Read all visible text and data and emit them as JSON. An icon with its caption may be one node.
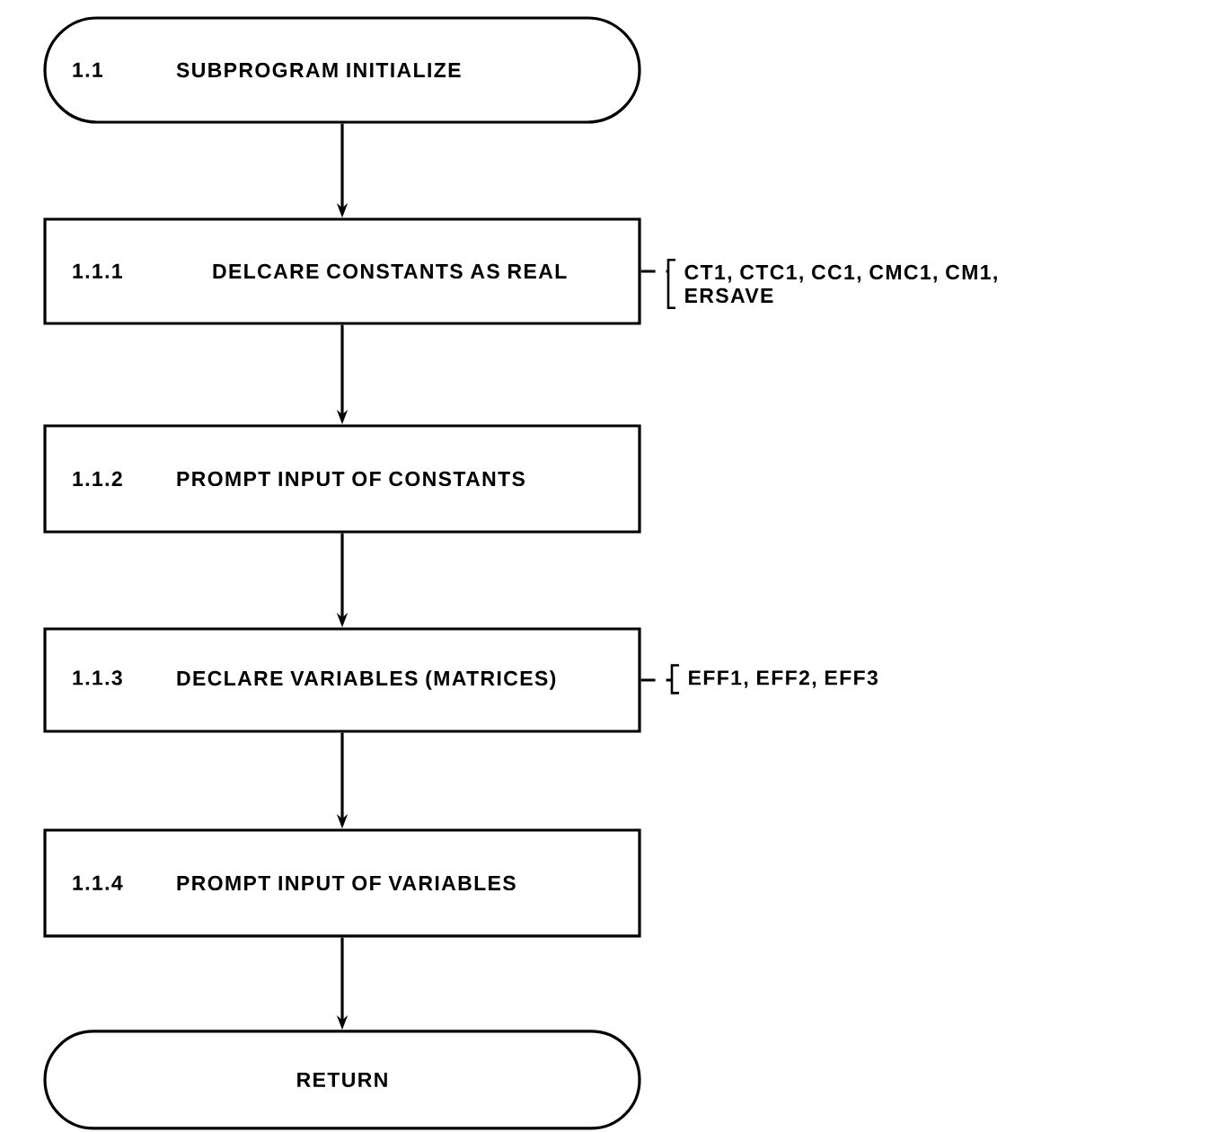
{
  "diagram": {
    "nodes": [
      {
        "text": [
          "1.1",
          "SUBPROGRAM INITIALIZE"
        ]
      },
      {
        "text": [
          "1.1.1",
          "DELCARE CONSTANTS AS REAL"
        ]
      },
      {
        "text": [
          "1.1.2",
          "PROMPT INPUT OF CONSTANTS"
        ]
      },
      {
        "text": [
          "1.1.3",
          "DECLARE VARIABLES (MATRICES)"
        ]
      },
      {
        "text": [
          "1.1.4",
          "PROMPT INPUT OF VARIABLES"
        ]
      },
      {
        "text": [
          "RETURN"
        ]
      },
      {
        "text": [
          "CT1, CTC1, CC1, CMC1, CM1, ERSAVE"
        ]
      },
      {
        "text": [
          "EFF1, EFF2, EFF3"
        ]
      }
    ],
    "edges": [
      {
        "from": 0,
        "to": 1,
        "arrow": "to"
      },
      {
        "from": 1,
        "to": 2,
        "arrow": "to"
      },
      {
        "from": 2,
        "to": 3,
        "arrow": "to"
      },
      {
        "from": 3,
        "to": 4,
        "arrow": "to"
      },
      {
        "from": 4,
        "to": 5,
        "arrow": "to"
      },
      {
        "from": 1,
        "to": 6,
        "arrow": "none",
        "style": "dashed"
      },
      {
        "from": 3,
        "to": 7,
        "arrow": "none",
        "style": "dashed"
      }
    ]
  }
}
